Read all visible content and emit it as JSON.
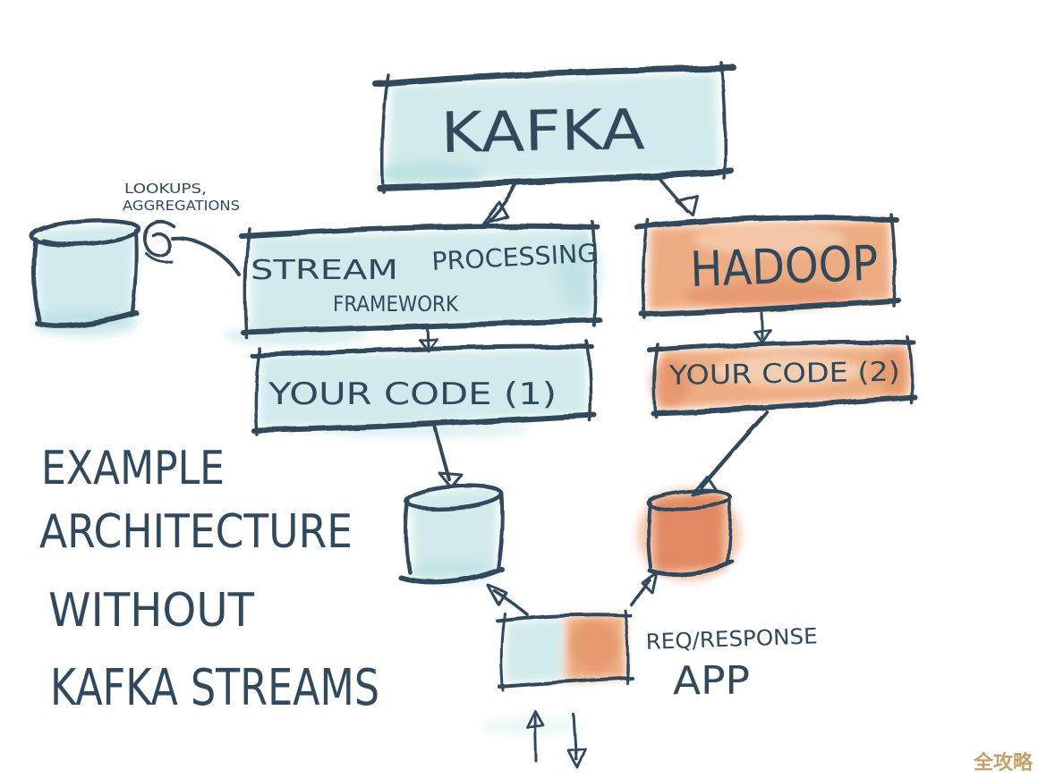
{
  "diagram": {
    "caption_lines": [
      "EXAMPLE",
      "ARCHITECTURE",
      "WITHOUT",
      "KAFKA STREAMS"
    ],
    "nodes": {
      "kafka": {
        "label": "KAFKA",
        "fill": "teal"
      },
      "stream_processing_framework": {
        "line1": "STREAM",
        "line2": "PROCESSING",
        "line3": "FRAMEWORK",
        "fill": "teal"
      },
      "hadoop": {
        "label": "HADOOP",
        "fill": "orange"
      },
      "your_code_1": {
        "label": "YOUR CODE (1)",
        "fill": "teal"
      },
      "your_code_2": {
        "label": "YOUR CODE (2)",
        "fill": "orange"
      },
      "req_response_app": {
        "line1": "REQ/RESPONSE",
        "line2": "APP",
        "fill": "teal-and-orange"
      }
    },
    "annotations": {
      "lookups_line1": "LOOKUPS,",
      "lookups_line2": "AGGREGATIONS"
    },
    "watermark": "全攻略",
    "colors": {
      "ink": "#30495c",
      "teal": "#cfe9ea",
      "teal_deep": "#a9d8da",
      "orange": "#eda87c",
      "orange_deep": "#e0835a",
      "orange_light": "#f7d6bc",
      "watermark": "#c2a26a"
    }
  }
}
